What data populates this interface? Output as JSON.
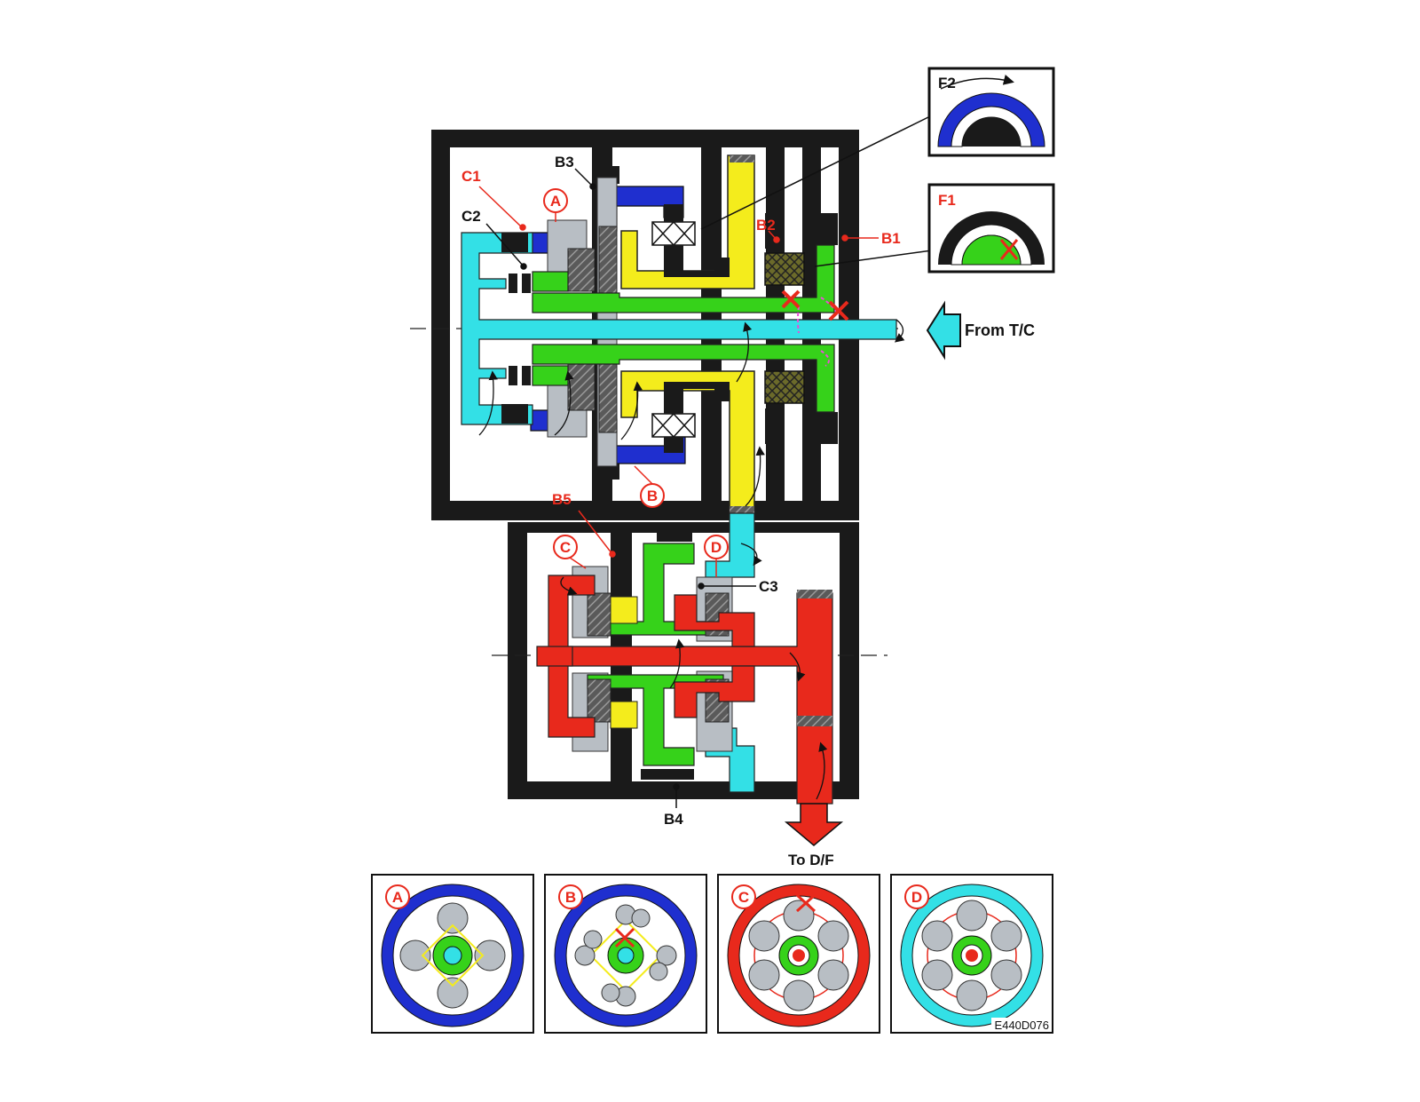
{
  "diagram_code": "E440D076",
  "labels": {
    "c1": "C1",
    "c2": "C2",
    "b3": "B3",
    "b2": "B2",
    "b1": "B1",
    "b5": "B5",
    "b4": "B4",
    "c3": "C3",
    "f1": "F1",
    "f2": "F2",
    "input": "From T/C",
    "output": "To D/F"
  },
  "markers": [
    "A",
    "B",
    "C",
    "D"
  ],
  "colors": {
    "frame": "#1a1a1a",
    "cyan": "#33e0e6",
    "blue": "#1f2fcf",
    "yellow": "#f4ec1c",
    "green": "#36d21a",
    "red": "#e8291c",
    "grey": "#b8bec4",
    "pink": "#e84fd6"
  }
}
